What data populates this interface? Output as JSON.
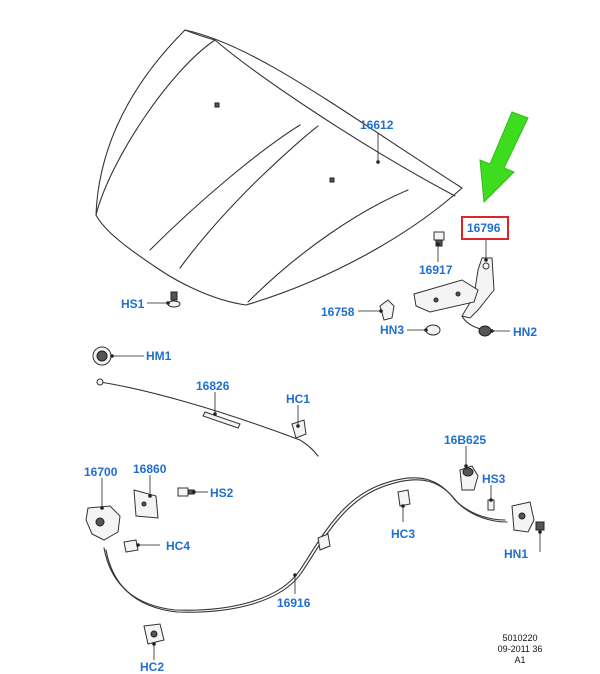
{
  "highlight": {
    "color": "#d9262b",
    "label": "16796"
  },
  "arrow": {
    "color": "#3ddc1f"
  },
  "label_color": "#1f6fd1",
  "labels": {
    "hood": "16612",
    "hinge": "16796",
    "hs1": "HS1",
    "l16917": "16917",
    "l16758": "16758",
    "hn3": "HN3",
    "hn2": "HN2",
    "hm1": "HM1",
    "l16826": "16826",
    "hc1": "HC1",
    "l16b625": "16B625",
    "l16700": "16700",
    "l16860": "16860",
    "hs2": "HS2",
    "hs3": "HS3",
    "hc4": "HC4",
    "hc3": "HC3",
    "hn1": "HN1",
    "l16916": "16916",
    "hc2": "HC2"
  },
  "footer": {
    "line1": "5010220",
    "line2": "09-2011 36",
    "line3": "A1"
  }
}
